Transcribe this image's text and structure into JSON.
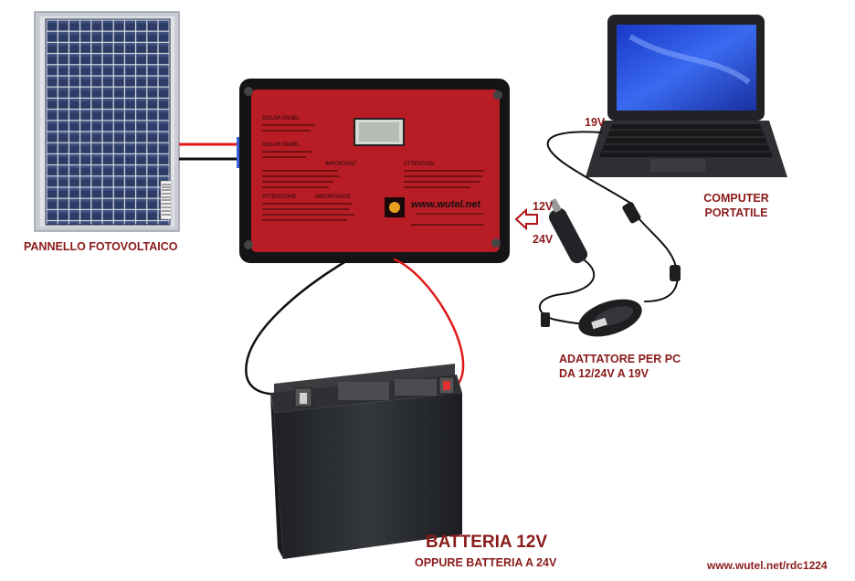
{
  "labels": {
    "panel": "PANNELLO FOTOVOLTAICO",
    "computer_line1": "COMPUTER",
    "computer_line2": "PORTATILE",
    "adapter_line1": "ADATTATORE PER PC",
    "adapter_line2": "DA 12/24V A 19V",
    "battery_title": "BATTERIA 12V",
    "battery_subtitle": "OPPURE BATTERIA A 24V",
    "volt_19": "19V",
    "volt_12": "12V",
    "volt_24": "24V",
    "footer_url": "www.wutel.net/rdc1224"
  },
  "controller": {
    "brand_url": "www.wutel.net",
    "solar_panel": "SOLAR PANEL",
    "important": "IMPORTANT",
    "attention": "ATTENTION",
    "attenzione": "ATTENZIONE",
    "importante": "IMPORTANTE"
  },
  "colors": {
    "label": "#8b1a1a",
    "wire_red": "#e01818",
    "wire_black": "#111111",
    "controller_red": "#b81c24",
    "panel_blue": "#27355a",
    "battery_body": "#2a2c30"
  }
}
